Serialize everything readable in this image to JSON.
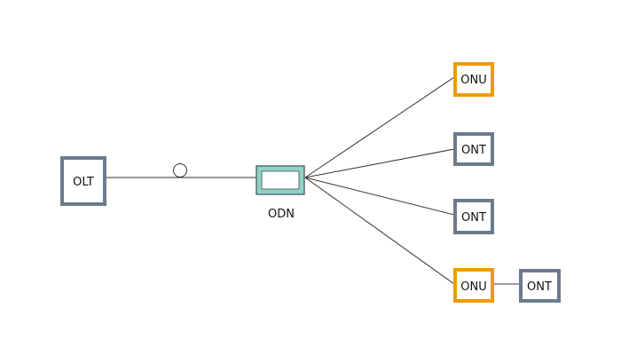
{
  "diagram": {
    "colors": {
      "line": "#333333",
      "olt_border": "#6b7b8c",
      "ont_border": "#6b7b8c",
      "onu_border": "#f09a0b",
      "odn_fill": "#8fd3c0",
      "odn_border": "#5b6b76"
    },
    "nodes": {
      "olt": {
        "label": "OLT"
      },
      "odn": {
        "label": "ODN"
      },
      "onu_top": {
        "label": "ONU"
      },
      "ont_1": {
        "label": "ONT"
      },
      "ont_2": {
        "label": "ONT"
      },
      "onu_bottom": {
        "label": "ONU"
      },
      "ont_chained": {
        "label": "ONT"
      }
    }
  }
}
